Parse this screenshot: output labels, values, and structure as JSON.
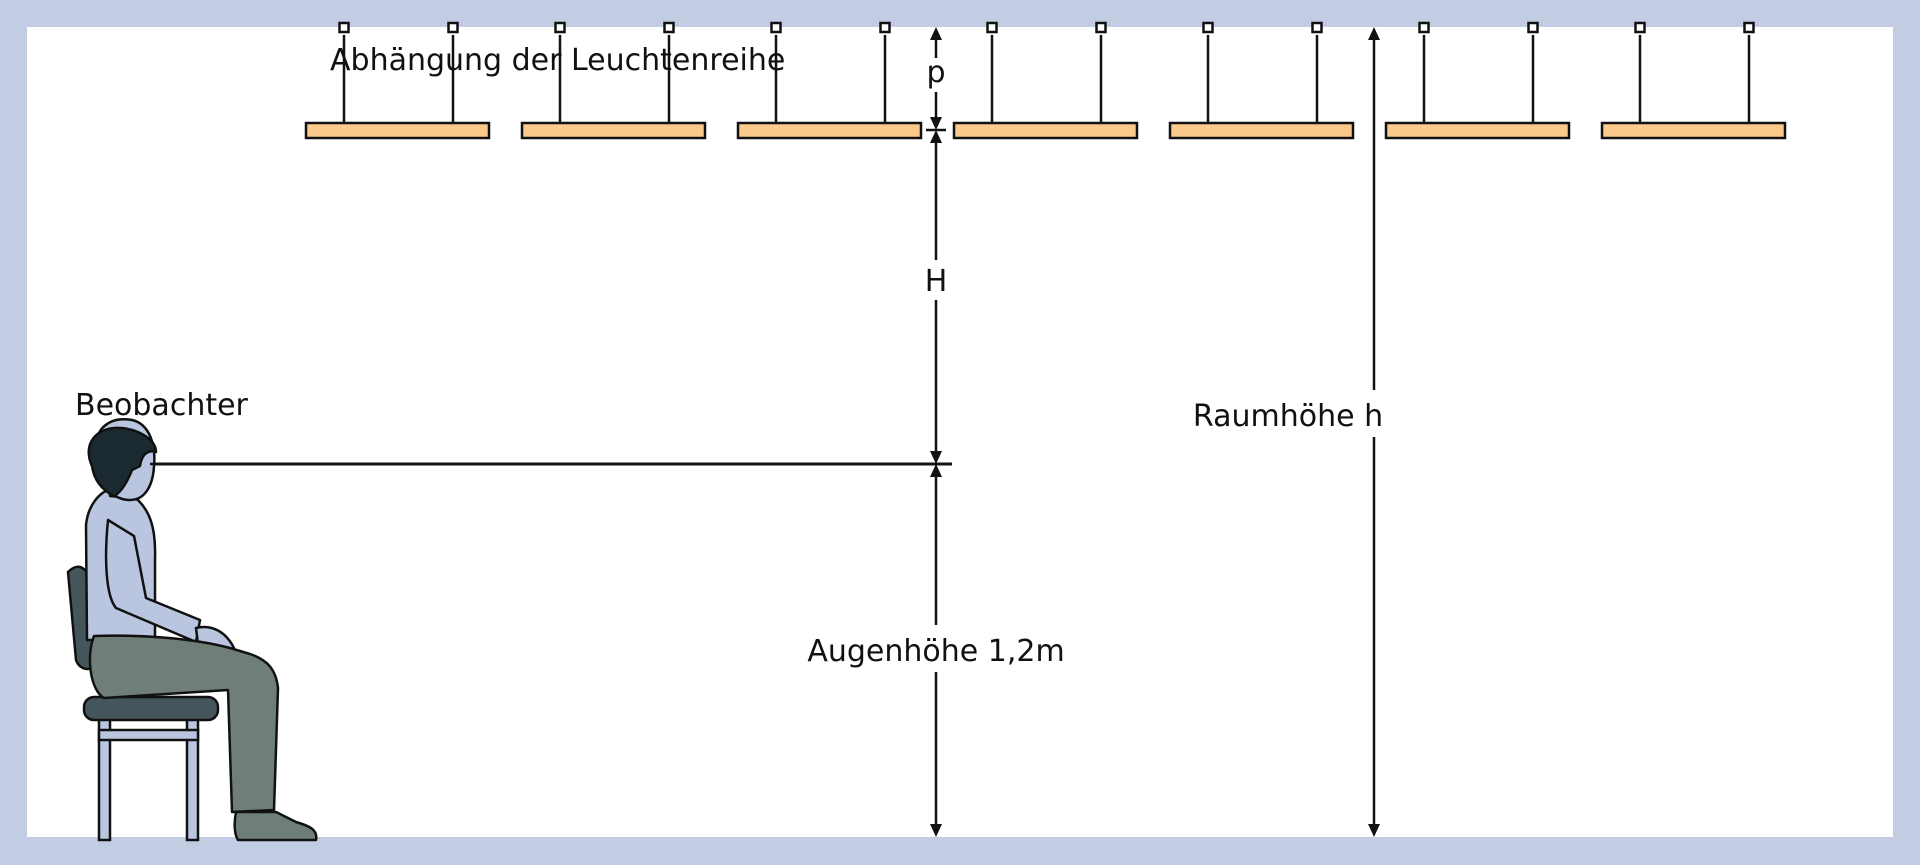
{
  "labels": {
    "suspension": "Abhängung der Leuchtenreihe",
    "observer": "Beobachter",
    "p": "p",
    "H": "H",
    "room_height": "Raumhöhe h",
    "eye_height": "Augenhöhe 1,2m"
  },
  "luminaire_row": {
    "count": 7,
    "hangers_per_luminaire": 2
  },
  "colors": {
    "frame": "#c2cde3",
    "background": "#ffffff",
    "luminaire": "#fbc98a",
    "line": "#111111",
    "observer_skin": "#bac6e0",
    "observer_hair": "#1b2a30",
    "observer_trousers": "#6f7f78",
    "chair_seat": "#44565c",
    "shoe": "#6f7f78"
  },
  "icons": {
    "observer": "seated-person-icon",
    "chair": "chair-icon",
    "luminaire": "pendant-luminaire-icon"
  }
}
